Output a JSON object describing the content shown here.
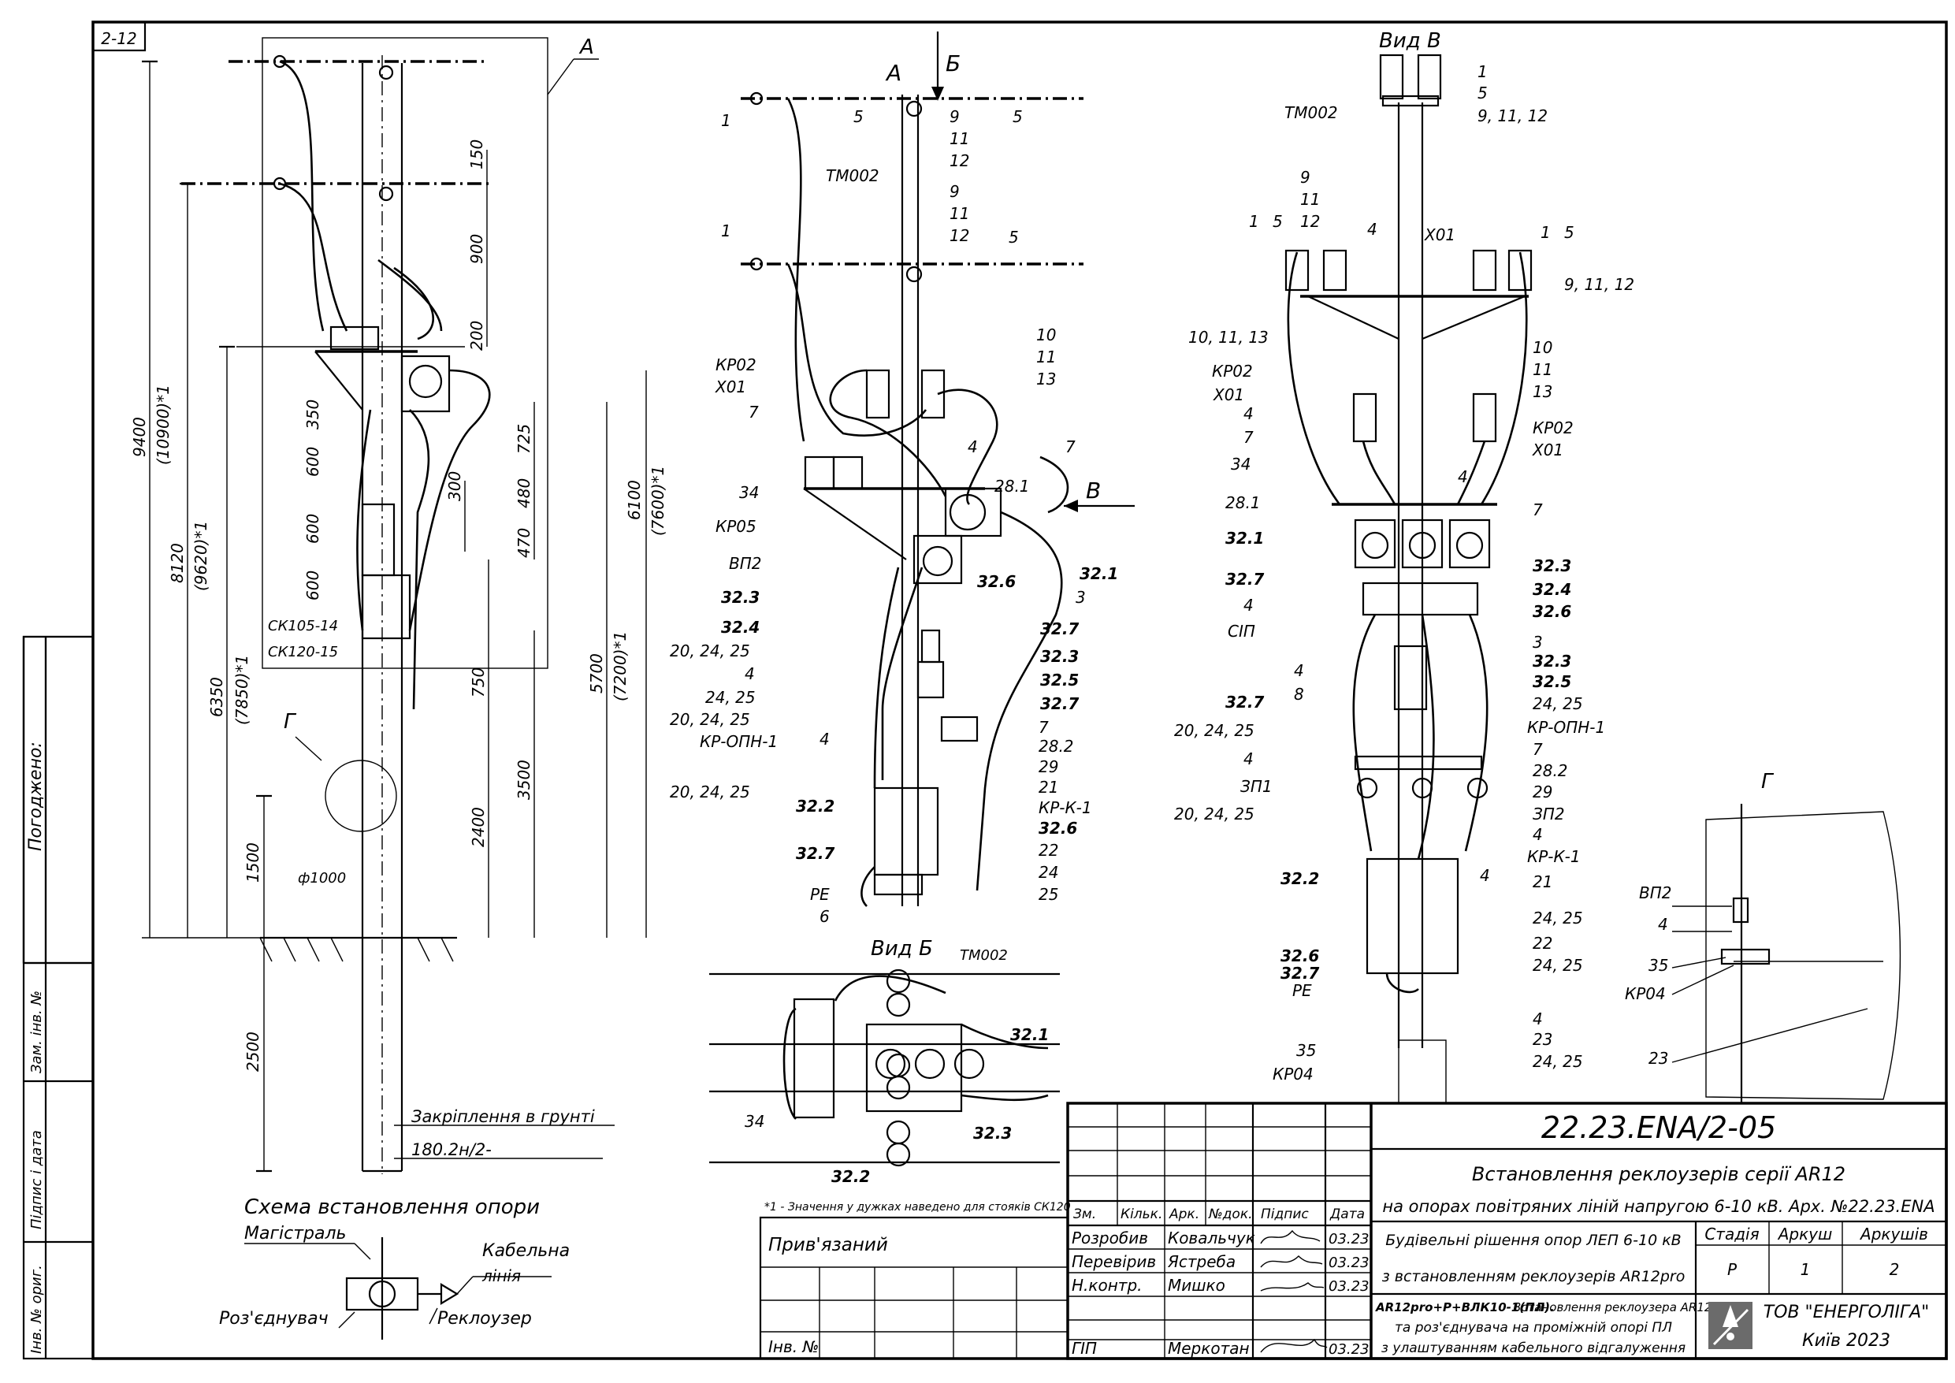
{
  "sheet": {
    "corner_tag": "2-12",
    "left_stamp": {
      "agreed": "Погоджено:",
      "inv_no": "Інв. № ориг.",
      "sign_date": "Підпис і дата",
      "replace_inv": "Зам. інв. №"
    }
  },
  "left_view": {
    "tag_A": "А",
    "tag_G": "Г",
    "dims_left": [
      "9400",
      "(10900)*1",
      "8120",
      "(9620)*1",
      "6350",
      "(7850)*1",
      "1500",
      "2500"
    ],
    "dims_inner": [
      "150",
      "900",
      "200",
      "350",
      "600",
      "600",
      "600",
      "725",
      "300",
      "480",
      "470",
      "750",
      "2400",
      "3500"
    ],
    "dims_right": [
      "6100",
      "(7600)*1",
      "5700",
      "(7200)*1"
    ],
    "labels": [
      "СК105-14",
      "СК120-15",
      "ф1000"
    ],
    "ground_note_1": "Закріплення в грунті",
    "ground_note_2": "180.2н/2-",
    "scheme_title": "Схема встановлення опори",
    "scheme_labels": {
      "main": "Магістраль",
      "cable": "Кабельна",
      "cable2": "лінія",
      "disconnector": "Роз'єднувач",
      "recloser": "Реклоузер"
    }
  },
  "center_view": {
    "tag_A": "А",
    "tag_B": "Б",
    "tag_V": "В",
    "labels_left": [
      "1",
      "1",
      "КР02",
      "Х01",
      "7",
      "34",
      "КР05",
      "ВП2",
      "32.3",
      "32.4",
      "20, 24, 25",
      "4",
      "24, 25",
      "20, 24, 25",
      "КР-ОПН-1",
      "4",
      "20, 24, 25",
      "32.2",
      "32.7",
      "РЕ",
      "6"
    ],
    "labels_right": [
      "5",
      "9",
      "11",
      "12",
      "5",
      "ТМ002",
      "9",
      "11",
      "12",
      "5",
      "10",
      "11",
      "13",
      "4",
      "7",
      "28.1",
      "32.6",
      "32.1",
      "3",
      "32.7",
      "32.3",
      "32.5",
      "32.7",
      "7",
      "28.2",
      "29",
      "21",
      "КР-К-1",
      "32.6",
      "22",
      "24",
      "25"
    ],
    "view_b_title": "Вид Б",
    "view_b_labels": [
      "ТМ002",
      "32.1",
      "34",
      "32.3",
      "32.2"
    ],
    "footnote": "*1 - Значення у дужках наведено для стояків СК120"
  },
  "right_view": {
    "title": "Вид В",
    "labels_left": [
      "ТМ002",
      "9",
      "11",
      "12",
      "1",
      "5",
      "4",
      "10, 11, 13",
      "КР02",
      "Х01",
      "4",
      "7",
      "34",
      "28.1",
      "32.1",
      "32.7",
      "4",
      "СІП",
      "4",
      "8",
      "32.7",
      "20, 24, 25",
      "4",
      "ЗП1",
      "20, 24, 25",
      "32.2",
      "32.6",
      "32.7",
      "РЕ",
      "35",
      "КР04"
    ],
    "labels_right": [
      "1",
      "5",
      "9, 11, 12",
      "Х01",
      "1",
      "5",
      "9, 11, 12",
      "10",
      "11",
      "13",
      "КР02",
      "Х01",
      "4",
      "7",
      "32.3",
      "32.4",
      "32.6",
      "3",
      "32.3",
      "32.5",
      "24, 25",
      "КР-ОПН-1",
      "7",
      "28.2",
      "29",
      "ЗП2",
      "4",
      "КР-К-1",
      "4",
      "21",
      "24, 25",
      "22",
      "24, 25",
      "4",
      "23",
      "24, 25"
    ]
  },
  "detail_G": {
    "title": "Г",
    "labels": [
      "ВП2",
      "4",
      "35",
      "КР04",
      "23"
    ]
  },
  "title_block": {
    "doc_number": "22.23.ENA/2-05",
    "title_line1": "Встановлення реклоузерів серії AR12",
    "title_line2": "на опорах повітряних ліній напругою 6-10 кВ. Арх. №22.23.ENA",
    "sub_line1": "Будівельні рішення опор ЛЕП 6-10 кВ",
    "sub_line2": "з встановленням реклоузерів AR12pro",
    "desc_line1_bold": "AR12pro+P+ВЛК10-1(ПЛ).",
    "desc_line1": "Встановлення реклоузера AR12pro",
    "desc_line2": "та роз'єднувача на проміжній опорі ПЛ",
    "desc_line3": "з улаштуванням кабельного відгалуження",
    "header_cols": [
      "Зм.",
      "Кільк.",
      "Арк.",
      "№док.",
      "Підпис",
      "Дата"
    ],
    "rows": [
      {
        "role": "Розробив",
        "name": "Ковальчук",
        "date": "03.23"
      },
      {
        "role": "Перевірив",
        "name": "Ястреба",
        "date": "03.23"
      },
      {
        "role": "Н.контр.",
        "name": "Мишко",
        "date": "03.23"
      },
      {
        "role": "ГІП",
        "name": "Меркотан",
        "date": "03.23"
      }
    ],
    "stage_hdr": "Стадія",
    "sheet_hdr": "Аркуш",
    "sheets_hdr": "Аркушів",
    "stage": "Р",
    "sheet": "1",
    "sheets": "2",
    "company": "ТОВ \"ЕНЕРГОЛІГА\"",
    "city": "Київ 2023",
    "attached": "Прив'язаний",
    "inv_label": "Інв. №"
  }
}
